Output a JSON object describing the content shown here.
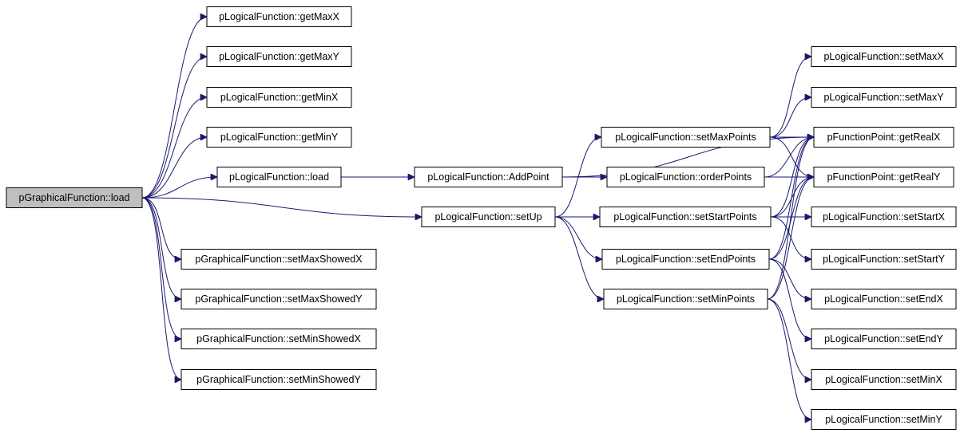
{
  "graph": {
    "nodes": [
      {
        "id": "root",
        "label": "pGraphicalFunction::load",
        "root": true
      },
      {
        "id": "getMaxX",
        "label": "pLogicalFunction::getMaxX"
      },
      {
        "id": "getMaxY",
        "label": "pLogicalFunction::getMaxY"
      },
      {
        "id": "getMinX",
        "label": "pLogicalFunction::getMinX"
      },
      {
        "id": "getMinY",
        "label": "pLogicalFunction::getMinY"
      },
      {
        "id": "lload",
        "label": "pLogicalFunction::load"
      },
      {
        "id": "setMaxShowedX",
        "label": "pGraphicalFunction::setMaxShowedX"
      },
      {
        "id": "setMaxShowedY",
        "label": "pGraphicalFunction::setMaxShowedY"
      },
      {
        "id": "setMinShowedX",
        "label": "pGraphicalFunction::setMinShowedX"
      },
      {
        "id": "setMinShowedY",
        "label": "pGraphicalFunction::setMinShowedY"
      },
      {
        "id": "addPoint",
        "label": "pLogicalFunction::AddPoint"
      },
      {
        "id": "setUp",
        "label": "pLogicalFunction::setUp"
      },
      {
        "id": "setMaxPoints",
        "label": "pLogicalFunction::setMaxPoints"
      },
      {
        "id": "orderPoints",
        "label": "pLogicalFunction::orderPoints"
      },
      {
        "id": "setStartPoints",
        "label": "pLogicalFunction::setStartPoints"
      },
      {
        "id": "setEndPoints",
        "label": "pLogicalFunction::setEndPoints"
      },
      {
        "id": "setMinPoints",
        "label": "pLogicalFunction::setMinPoints"
      },
      {
        "id": "setMaxX",
        "label": "pLogicalFunction::setMaxX"
      },
      {
        "id": "setMaxY",
        "label": "pLogicalFunction::setMaxY"
      },
      {
        "id": "getRealX",
        "label": "pFunctionPoint::getRealX"
      },
      {
        "id": "getRealY",
        "label": "pFunctionPoint::getRealY"
      },
      {
        "id": "setStartX",
        "label": "pLogicalFunction::setStartX"
      },
      {
        "id": "setStartY",
        "label": "pLogicalFunction::setStartY"
      },
      {
        "id": "setEndX",
        "label": "pLogicalFunction::setEndX"
      },
      {
        "id": "setEndY",
        "label": "pLogicalFunction::setEndY"
      },
      {
        "id": "setMinX",
        "label": "pLogicalFunction::setMinX"
      },
      {
        "id": "setMinY",
        "label": "pLogicalFunction::setMinY"
      }
    ],
    "edges": [
      [
        "root",
        "getMaxX"
      ],
      [
        "root",
        "getMaxY"
      ],
      [
        "root",
        "getMinX"
      ],
      [
        "root",
        "getMinY"
      ],
      [
        "root",
        "lload"
      ],
      [
        "root",
        "setUp"
      ],
      [
        "root",
        "setMaxShowedX"
      ],
      [
        "root",
        "setMaxShowedY"
      ],
      [
        "root",
        "setMinShowedX"
      ],
      [
        "root",
        "setMinShowedY"
      ],
      [
        "lload",
        "addPoint"
      ],
      [
        "addPoint",
        "getRealX"
      ],
      [
        "addPoint",
        "orderPoints"
      ],
      [
        "setUp",
        "setMaxPoints"
      ],
      [
        "setUp",
        "setStartPoints"
      ],
      [
        "setUp",
        "setEndPoints"
      ],
      [
        "setUp",
        "setMinPoints"
      ],
      [
        "setMaxPoints",
        "setMaxX"
      ],
      [
        "setMaxPoints",
        "setMaxY"
      ],
      [
        "setMaxPoints",
        "getRealX"
      ],
      [
        "setMaxPoints",
        "getRealY"
      ],
      [
        "orderPoints",
        "getRealX"
      ],
      [
        "orderPoints",
        "getRealY"
      ],
      [
        "setStartPoints",
        "getRealX"
      ],
      [
        "setStartPoints",
        "getRealY"
      ],
      [
        "setStartPoints",
        "setStartX"
      ],
      [
        "setStartPoints",
        "setStartY"
      ],
      [
        "setEndPoints",
        "getRealX"
      ],
      [
        "setEndPoints",
        "getRealY"
      ],
      [
        "setEndPoints",
        "setEndX"
      ],
      [
        "setEndPoints",
        "setEndY"
      ],
      [
        "setMinPoints",
        "getRealX"
      ],
      [
        "setMinPoints",
        "getRealY"
      ],
      [
        "setMinPoints",
        "setMinX"
      ],
      [
        "setMinPoints",
        "setMinY"
      ]
    ]
  }
}
